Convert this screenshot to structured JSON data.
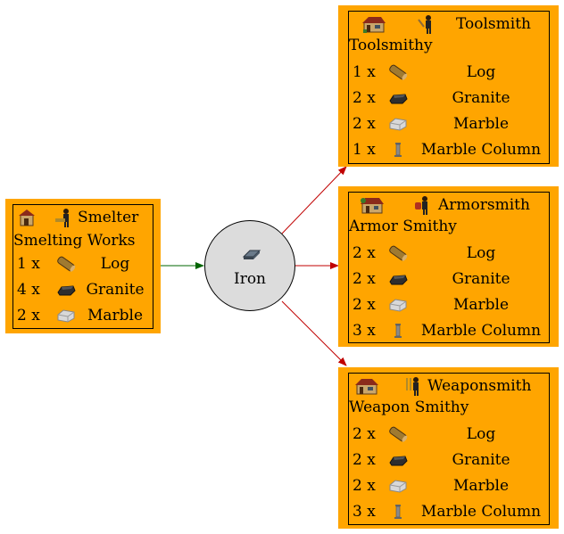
{
  "center": {
    "label": "Iron",
    "icon": "iron-ingot-icon"
  },
  "producer": {
    "worker": "Smelter",
    "building": "Smelting Works",
    "inputs": [
      {
        "amount": "1 x",
        "ware": "Log",
        "icon": "log-icon"
      },
      {
        "amount": "4 x",
        "ware": "Granite",
        "icon": "granite-icon"
      },
      {
        "amount": "2 x",
        "ware": "Marble",
        "icon": "marble-icon"
      }
    ]
  },
  "consumers": [
    {
      "worker": "Toolsmith",
      "building": "Toolsmithy",
      "inputs": [
        {
          "amount": "1 x",
          "ware": "Log",
          "icon": "log-icon"
        },
        {
          "amount": "2 x",
          "ware": "Granite",
          "icon": "granite-icon"
        },
        {
          "amount": "2 x",
          "ware": "Marble",
          "icon": "marble-icon"
        },
        {
          "amount": "1 x",
          "ware": "Marble Column",
          "icon": "marble-column-icon"
        }
      ]
    },
    {
      "worker": "Armorsmith",
      "building": "Armor Smithy",
      "inputs": [
        {
          "amount": "2 x",
          "ware": "Log",
          "icon": "log-icon"
        },
        {
          "amount": "2 x",
          "ware": "Granite",
          "icon": "granite-icon"
        },
        {
          "amount": "2 x",
          "ware": "Marble",
          "icon": "marble-icon"
        },
        {
          "amount": "3 x",
          "ware": "Marble Column",
          "icon": "marble-column-icon"
        }
      ]
    },
    {
      "worker": "Weaponsmith",
      "building": "Weapon Smithy",
      "inputs": [
        {
          "amount": "2 x",
          "ware": "Log",
          "icon": "log-icon"
        },
        {
          "amount": "2 x",
          "ware": "Granite",
          "icon": "granite-icon"
        },
        {
          "amount": "2 x",
          "ware": "Marble",
          "icon": "marble-icon"
        },
        {
          "amount": "3 x",
          "ware": "Marble Column",
          "icon": "marble-column-icon"
        }
      ]
    }
  ],
  "colors": {
    "node_fill": "#ffa500",
    "center_fill": "#dcdcdc",
    "producer_edge": "#006400",
    "consumer_edge": "#c00000"
  }
}
